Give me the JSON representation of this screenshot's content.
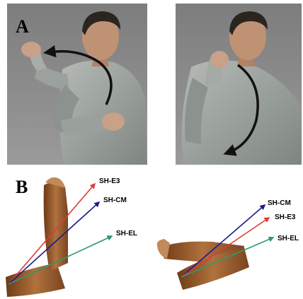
{
  "panels": {
    "a_label": "A",
    "b_label": "B"
  },
  "colors": {
    "frame_bg": "#8a8a8a",
    "shirt": "#9da39e",
    "skin": "#b98a6a",
    "hair": "#2b2520",
    "arrow": "#111111",
    "arm_skin": "#9a5a2c",
    "vector_red": "#e03a3a",
    "vector_blue": "#1a1a8c",
    "vector_green": "#2e9a6a"
  },
  "figure_b_left": {
    "vectors": [
      {
        "id": "sh-e3",
        "label": "SH-E3",
        "color": "#e03a3a"
      },
      {
        "id": "sh-cm",
        "label": "SH-CM",
        "color": "#1a1a8c"
      },
      {
        "id": "sh-el",
        "label": "SH-EL",
        "color": "#2e9a6a"
      }
    ]
  },
  "figure_b_right": {
    "vectors": [
      {
        "id": "sh-cm",
        "label": "SH-CM",
        "color": "#1a1a8c"
      },
      {
        "id": "sh-e3",
        "label": "SH-E3",
        "color": "#e03a3a"
      },
      {
        "id": "sh-el",
        "label": "SH-EL",
        "color": "#2e9a6a"
      }
    ]
  }
}
